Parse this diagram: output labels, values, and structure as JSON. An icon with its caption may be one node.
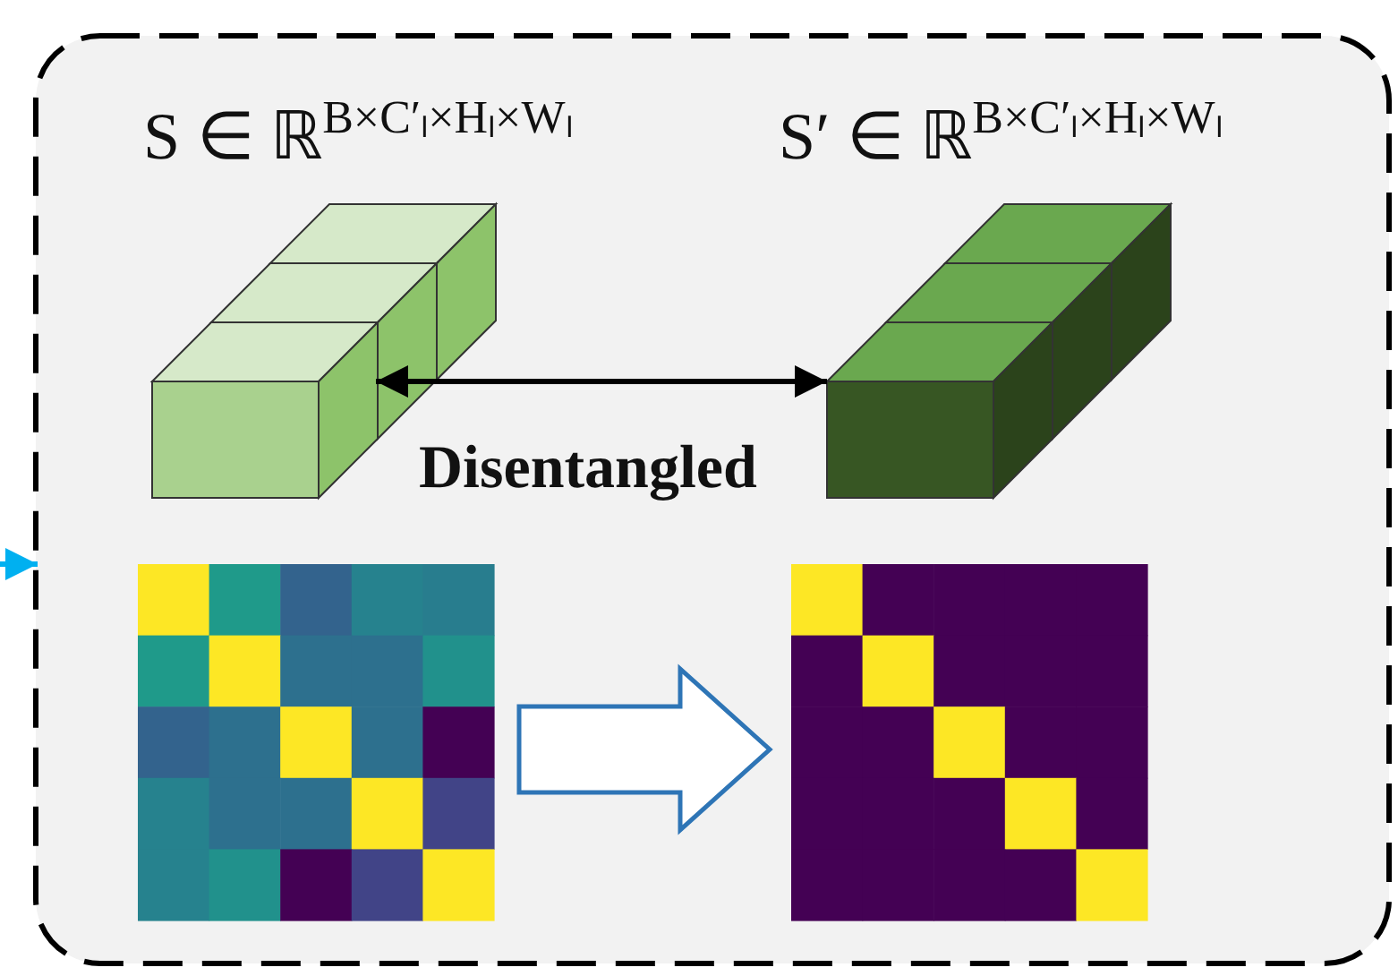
{
  "diagram": {
    "nodes": [
      {
        "text": [],
        "shape": "box"
      },
      {
        "text": [],
        "shape": "cuboid",
        "in": 0,
        "beside": [
          "S ∈ ℝ$^{B×C′ₗ×Hₗ×Wₗ}$"
        ]
      },
      {
        "text": [],
        "shape": "cuboid",
        "in": 0,
        "beside": [
          "S′ ∈ ℝ$^{B×C′ₗ×Hₗ×Wₗ}$"
        ]
      },
      {
        "text": [],
        "shape": "heatmap",
        "in": 0
      },
      {
        "text": [],
        "shape": "heatmap",
        "in": 0
      }
    ],
    "edges": [
      {
        "from": null,
        "to": 0,
        "arrow": "to",
        "color": "#00b0f0"
      },
      {
        "from": 1,
        "to": 2,
        "arrow": "both",
        "label": "Disentangled",
        "color": "#000000"
      },
      {
        "from": 3,
        "to": 4,
        "arrow": "to",
        "style": "thick",
        "color": "#2e75b6"
      }
    ]
  }
}
